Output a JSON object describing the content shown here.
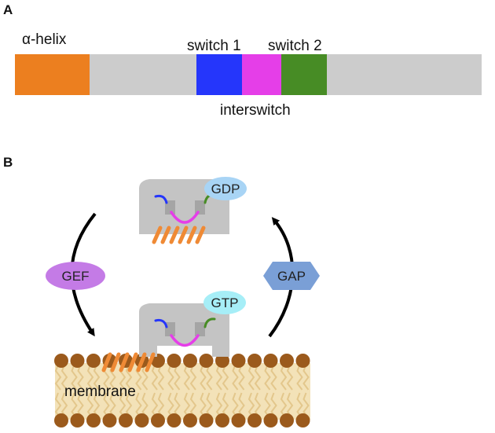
{
  "panel_a": {
    "letter": "A",
    "helix_label": "α-helix",
    "switch1_label": "switch 1",
    "switch2_label": "switch 2",
    "interswitch_label": "interswitch",
    "colors": {
      "helix": "#ec7f1f",
      "backbone": "#cccccc",
      "switch1": "#2536fb",
      "interswitch": "#e53ee8",
      "switch2": "#478c25"
    }
  },
  "panel_b": {
    "letter": "B",
    "gdp_label": "GDP",
    "gtp_label": "GTP",
    "gef_label": "GEF",
    "gap_label": "GAP",
    "membrane_label": "membrane",
    "colors": {
      "protein": "#c4c4c4",
      "gdp_pill": "#a8d4f5",
      "gtp_pill": "#a6eef7",
      "gef_pill": "#c47be6",
      "gap_pill": "#7a9fd6",
      "lipid_head": "#9b5a1c",
      "lipid_tail": "#efd9a4",
      "helix_coil": "#ef8a35"
    }
  }
}
